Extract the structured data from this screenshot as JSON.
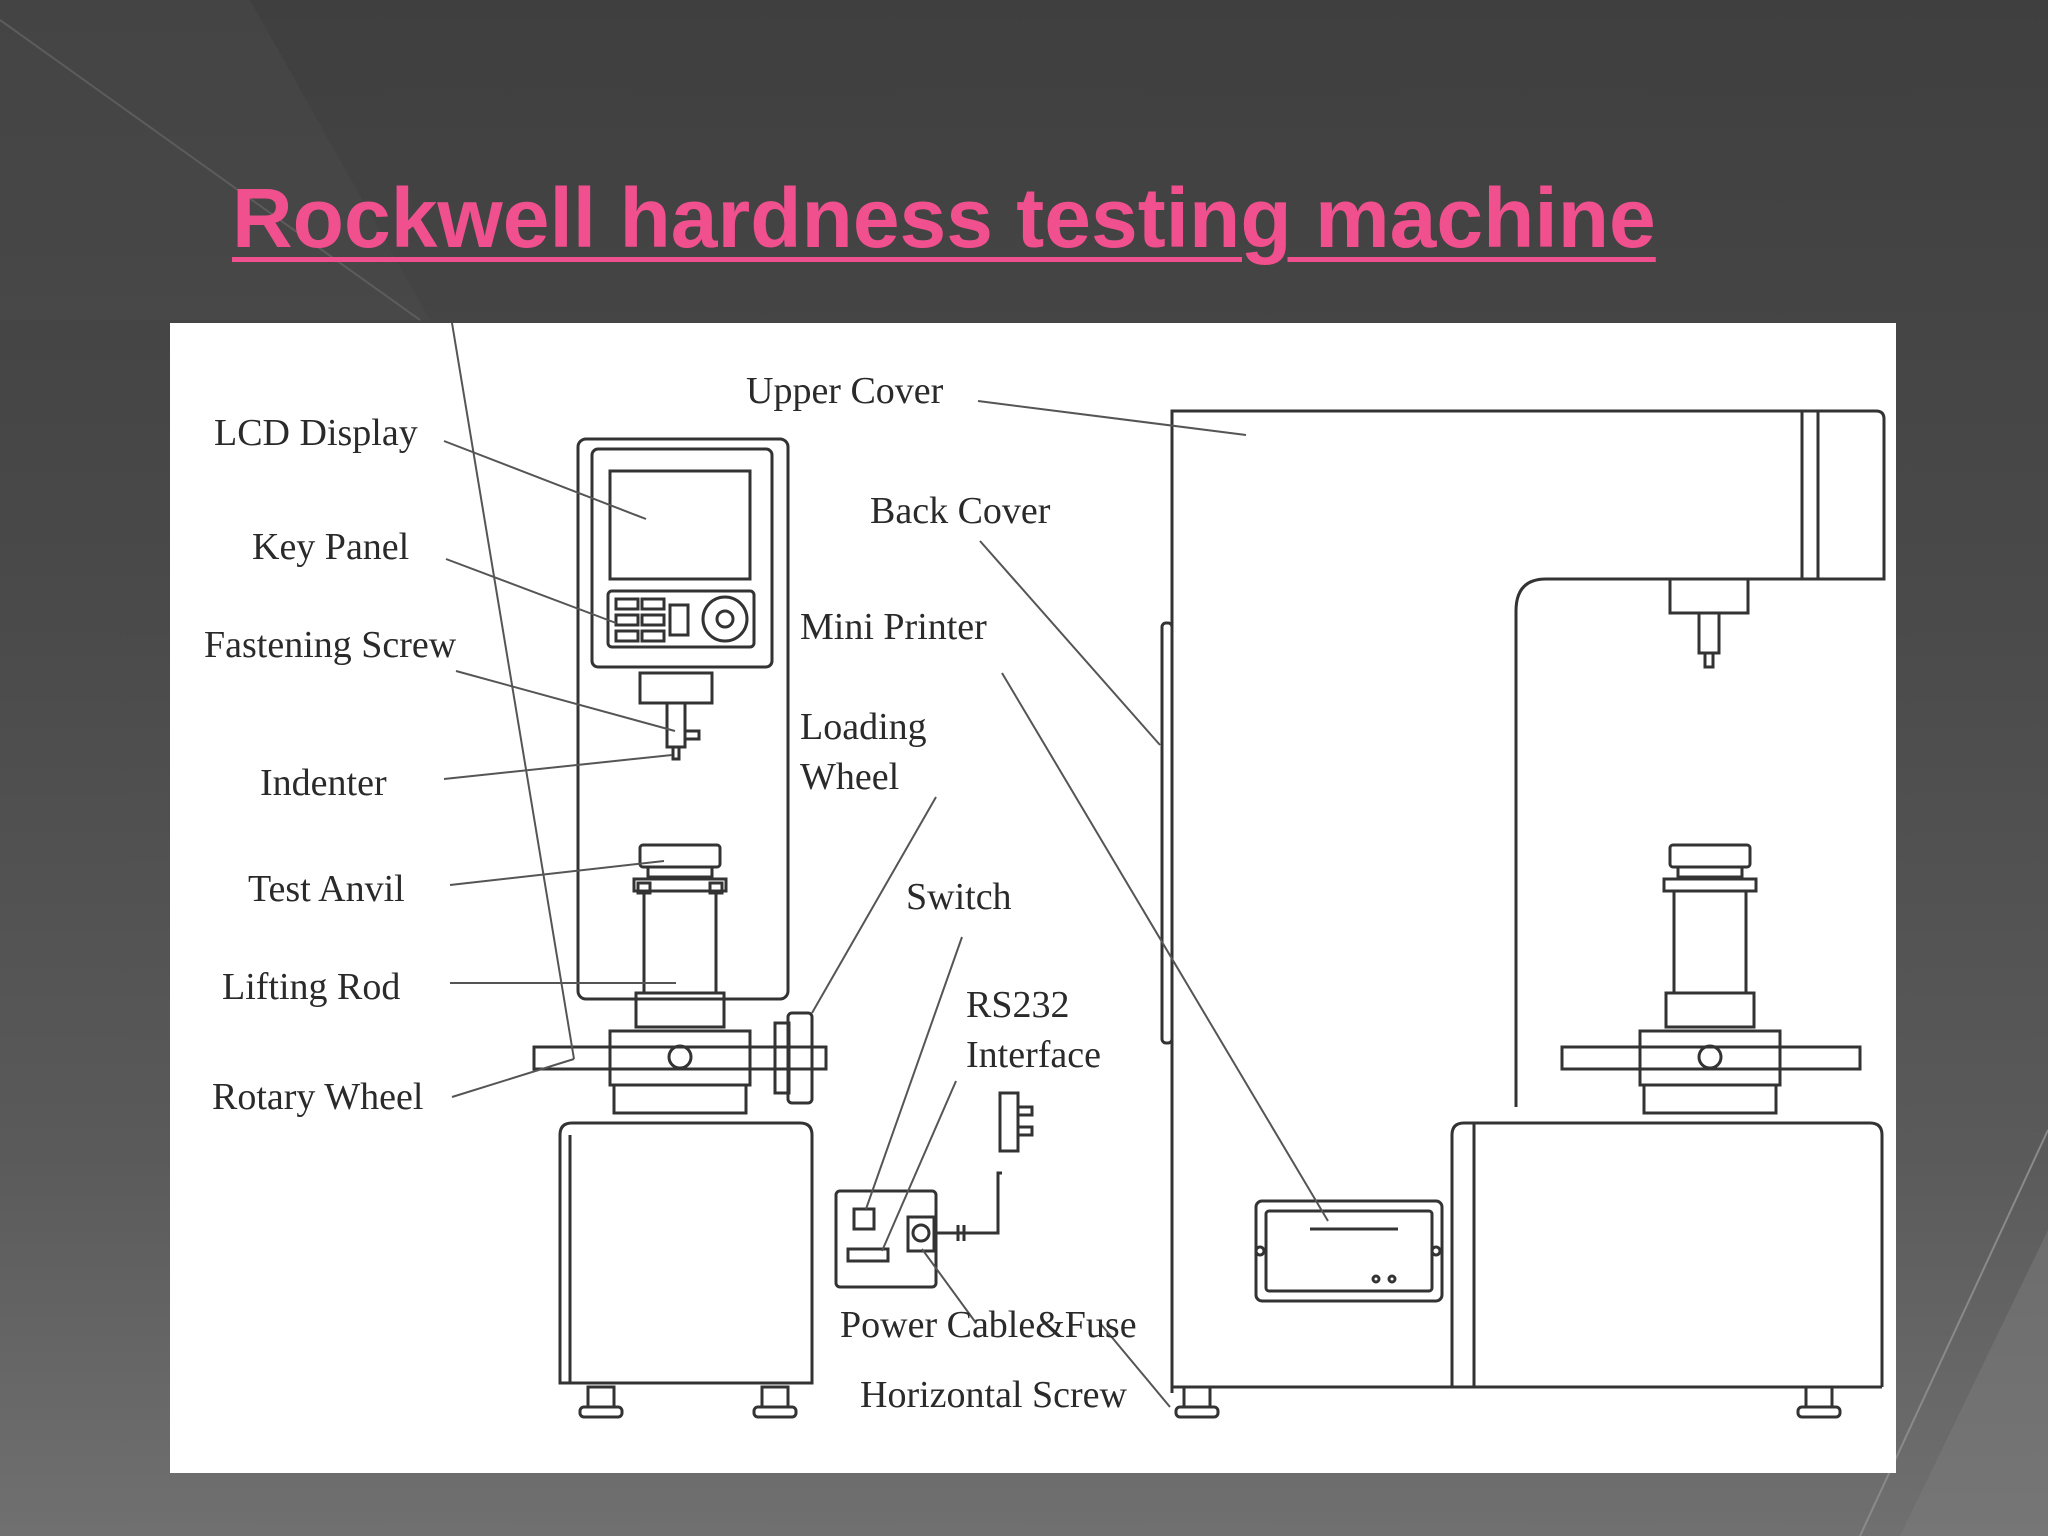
{
  "slide": {
    "title": "Rockwell hardness testing machine",
    "accent_color": "#f0508e",
    "background_color": "#4a4a4a"
  },
  "diagram": {
    "labels": {
      "lcd_display": "LCD Display",
      "key_panel": "Key Panel",
      "fastening_screw": "Fastening Screw",
      "indenter": "Indenter",
      "test_anvil": "Test Anvil",
      "lifting_rod": "Lifting Rod",
      "rotary_wheel": "Rotary Wheel",
      "upper_cover": "Upper Cover",
      "back_cover": "Back Cover",
      "mini_printer": "Mini Printer",
      "loading_wheel_1": "Loading",
      "loading_wheel_2": "Wheel",
      "switch": "Switch",
      "rs232_1": "RS232",
      "rs232_2": "Interface",
      "power_cable_fuse": "Power Cable&Fuse",
      "horizontal_screw": "Horizontal Screw"
    }
  }
}
